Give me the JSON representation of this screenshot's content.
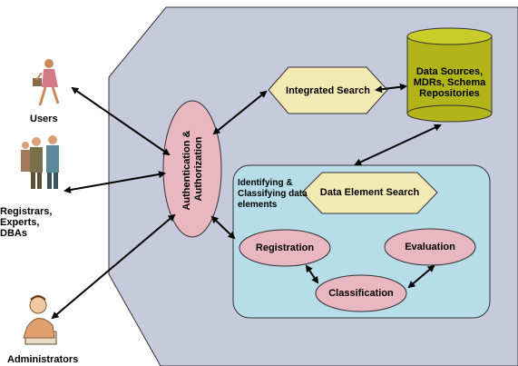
{
  "actors": {
    "users": "Users",
    "registrars": [
      "Registrars,",
      "Experts,",
      "DBAs"
    ],
    "administrators": "Administrators"
  },
  "nodes": {
    "auth": [
      "Authentication &",
      "Authorization"
    ],
    "integrated_search": "Integrated Search",
    "data_sources": [
      "Data Sources,",
      "MDRs, Schema",
      "Repositories"
    ],
    "identifying": [
      "Identifying &",
      "Classifying data",
      "elements"
    ],
    "data_element_search": "Data Element Search",
    "registration": "Registration",
    "evaluation": "Evaluation",
    "classification": "Classification"
  },
  "colors": {
    "system_region": "#c7c9dc",
    "inner_box": "#b7dde9",
    "ellipse": "#e8b7c2",
    "hexagon": "#f4e9b3",
    "cylinder": "#b1b51a"
  }
}
